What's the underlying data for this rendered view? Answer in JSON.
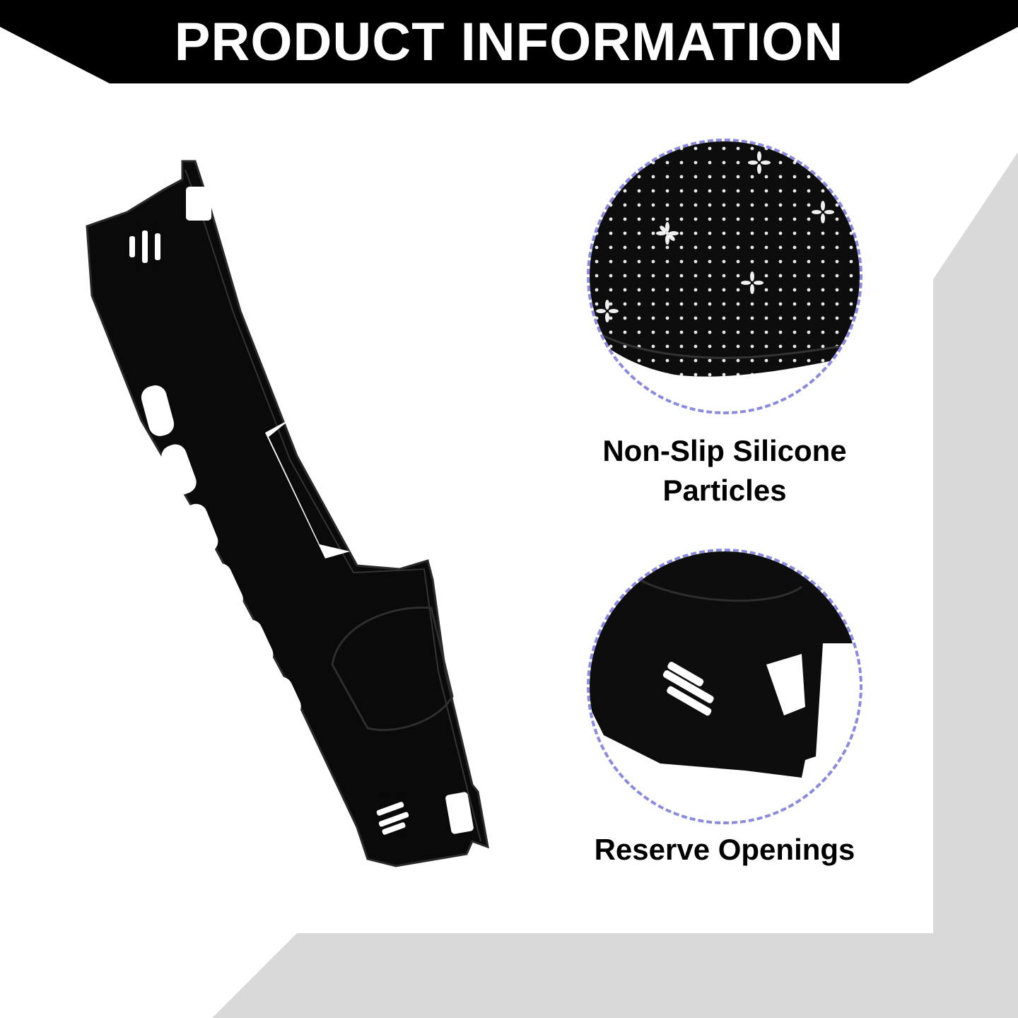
{
  "banner": {
    "title": "PRODUCT INFORMATION",
    "background_color": "#000000",
    "text_color": "#ffffff"
  },
  "background": {
    "frame_color": "#d9d9d9"
  },
  "product": {
    "image": "dashboard-cover-mat",
    "color": "#000000"
  },
  "features": [
    {
      "label_line1": "Non-Slip Silicone",
      "label_line2": "Particles",
      "image": "silicone-dots-closeup"
    },
    {
      "label": "Reserve Openings",
      "image": "openings-closeup"
    }
  ],
  "accent_color": "#8a8ae0"
}
